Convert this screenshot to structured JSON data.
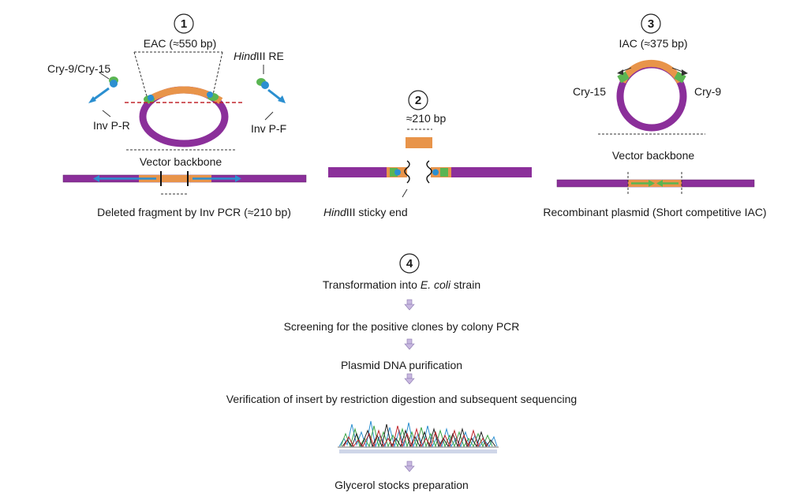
{
  "colors": {
    "plasmid": "#8b2f9a",
    "insert": "#e8944a",
    "primer_site": "#5ab552",
    "primer_arrow": "#2b8fd0",
    "restriction_line": "#c0262d",
    "down_arrow": "#c8b8e0"
  },
  "step1": {
    "number": "1",
    "eac_label": "EAC (≈550 bp)",
    "cry_label": "Cry-9/Cry-15",
    "re_label_italic": "Hind",
    "re_label_rest": "III RE",
    "inv_pr_label": "Inv P-R",
    "inv_pf_label": "Inv P-F",
    "backbone_label": "Vector backbone",
    "caption": "Deleted fragment by Inv PCR (≈210 bp)"
  },
  "step2": {
    "number": "2",
    "size_label": "≈210 bp",
    "caption_italic": "Hind",
    "caption_rest": "III sticky end"
  },
  "step3": {
    "number": "3",
    "iac_label": "IAC (≈375 bp)",
    "cry15_label": "Cry-15",
    "cry9_label": "Cry-9",
    "backbone_label": "Vector backbone",
    "caption": "Recombinant plasmid (Short competitive IAC)"
  },
  "step4": {
    "number": "4",
    "steps": [
      {
        "pre": "Transformation into ",
        "italic": "E. coli",
        "post": " strain"
      },
      {
        "pre": "Screening for the positive clones by colony PCR",
        "italic": "",
        "post": ""
      },
      {
        "pre": "Plasmid DNA purification",
        "italic": "",
        "post": ""
      },
      {
        "pre": "Verification of insert by restriction digestion and subsequent sequencing",
        "italic": "",
        "post": ""
      },
      {
        "pre": "Glycerol stocks preparation",
        "italic": "",
        "post": ""
      }
    ],
    "chromatogram_icon": "sequencing-chromatogram-icon"
  }
}
